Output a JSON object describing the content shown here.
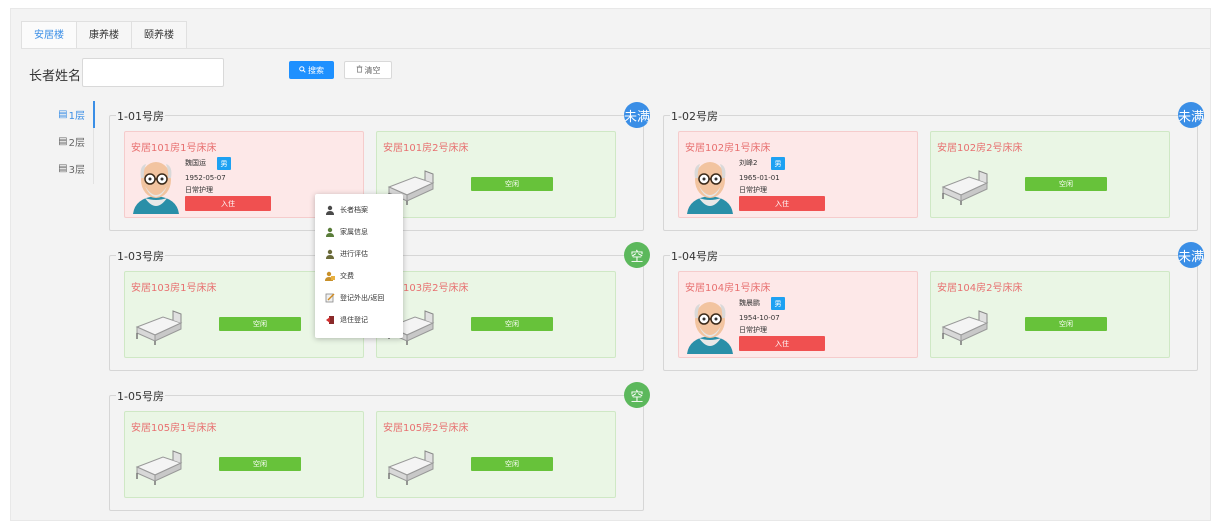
{
  "tabs": [
    {
      "label": "安居楼",
      "active": true
    },
    {
      "label": "康养楼",
      "active": false
    },
    {
      "label": "颐养楼",
      "active": false
    }
  ],
  "search": {
    "label": "长者姓名",
    "value": "",
    "placeholder": "",
    "search_button": "搜索",
    "clear_button": "清空"
  },
  "floors": [
    {
      "label": "1层",
      "active": true
    },
    {
      "label": "2层",
      "active": false
    },
    {
      "label": "3层",
      "active": false
    }
  ],
  "rooms": [
    {
      "title": "1-01号房",
      "badge": "未满",
      "badge_color": "#3a8ee6",
      "beds": [
        {
          "name": "安居101房1号床床",
          "occupied": true,
          "elder_name": "魏国运",
          "gender": "男",
          "birth": "1952-05-07",
          "care": "日常护理",
          "action": "入住"
        },
        {
          "name": "安居101房2号床床",
          "occupied": false,
          "action": "空闲"
        }
      ]
    },
    {
      "title": "1-02号房",
      "badge": "未满",
      "badge_color": "#3a8ee6",
      "beds": [
        {
          "name": "安居102房1号床床",
          "occupied": true,
          "elder_name": "刘峰2",
          "gender": "男",
          "birth": "1965-01-01",
          "care": "日常护理",
          "action": "入住"
        },
        {
          "name": "安居102房2号床床",
          "occupied": false,
          "action": "空闲"
        }
      ]
    },
    {
      "title": "1-03号房",
      "badge": "空",
      "badge_color": "#5cb85c",
      "beds": [
        {
          "name": "安居103房1号床床",
          "occupied": false,
          "action": "空闲"
        },
        {
          "name": "安居103房2号床床",
          "occupied": false,
          "action": "空闲"
        }
      ]
    },
    {
      "title": "1-04号房",
      "badge": "未满",
      "badge_color": "#3a8ee6",
      "beds": [
        {
          "name": "安居104房1号床床",
          "occupied": true,
          "elder_name": "魏晨鹏",
          "gender": "男",
          "birth": "1954-10-07",
          "care": "日常护理",
          "action": "入住"
        },
        {
          "name": "安居104房2号床床",
          "occupied": false,
          "action": "空闲"
        }
      ]
    },
    {
      "title": "1-05号房",
      "badge": "空",
      "badge_color": "#5cb85c",
      "beds": [
        {
          "name": "安居105房1号床床",
          "occupied": false,
          "action": "空闲"
        },
        {
          "name": "安居105房2号床床",
          "occupied": false,
          "action": "空闲"
        }
      ]
    }
  ],
  "context_menu": [
    {
      "label": "长者档案",
      "icon": "person-icon"
    },
    {
      "label": "家属信息",
      "icon": "family-icon"
    },
    {
      "label": "进行评估",
      "icon": "assess-icon"
    },
    {
      "label": "交费",
      "icon": "payment-icon"
    },
    {
      "label": "登记外出/返回",
      "icon": "edit-icon"
    },
    {
      "label": "退住登记",
      "icon": "exit-icon"
    }
  ]
}
